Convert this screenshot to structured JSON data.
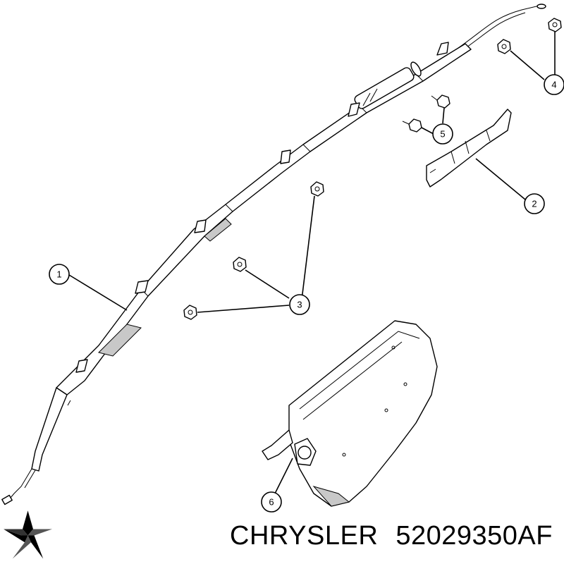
{
  "callouts": [
    {
      "label": "1"
    },
    {
      "label": "2"
    },
    {
      "label": "3"
    },
    {
      "label": "4"
    },
    {
      "label": "5"
    },
    {
      "label": "6"
    }
  ],
  "footer": {
    "brand": "CHRYSLER",
    "part_number": "52029350AF"
  },
  "colors": {
    "line": "#000000",
    "background": "#ffffff",
    "shading": "#c8c8c8"
  },
  "icons": {
    "logo": "pentastar-logo-icon"
  }
}
